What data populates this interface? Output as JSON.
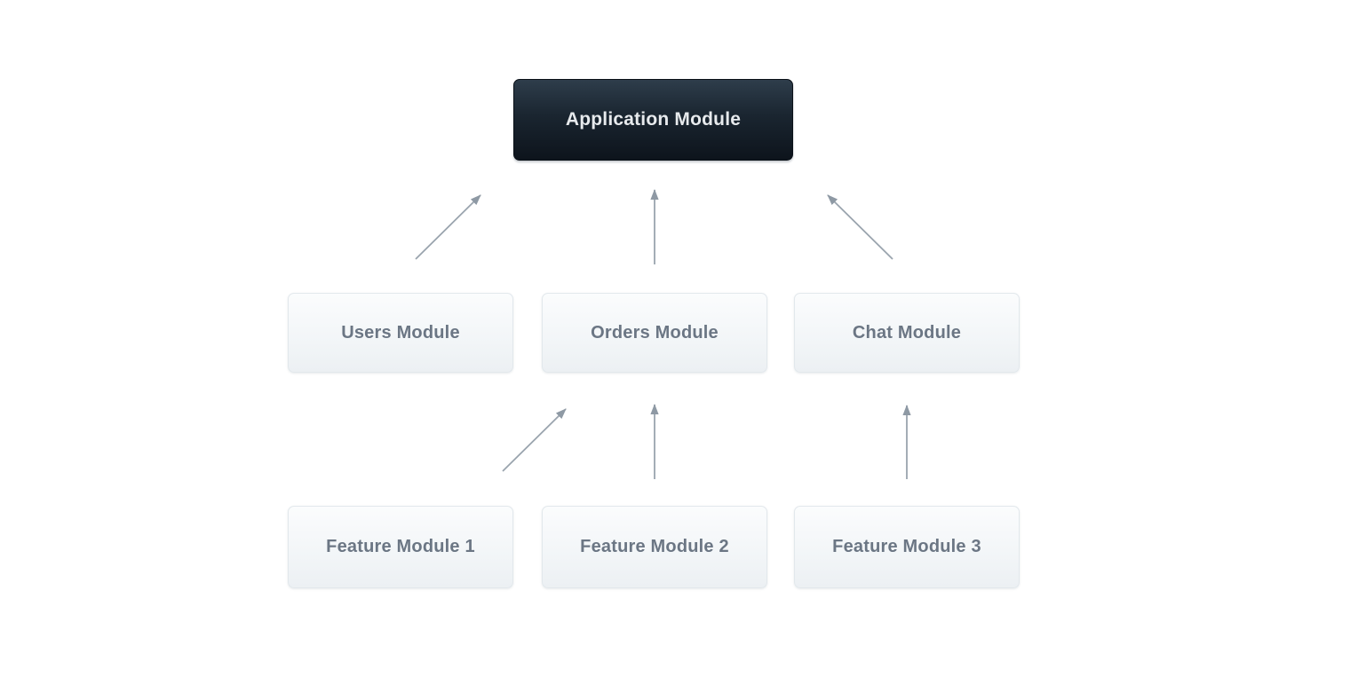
{
  "diagram": {
    "name": "module-hierarchy",
    "root": {
      "label": "Application Module"
    },
    "modules": [
      {
        "label": "Users Module"
      },
      {
        "label": "Orders Module"
      },
      {
        "label": "Chat Module"
      }
    ],
    "features": [
      {
        "label": "Feature Module 1"
      },
      {
        "label": "Feature Module 2"
      },
      {
        "label": "Feature Module 3"
      }
    ],
    "edges": [
      {
        "from": "Users Module",
        "to": "Application Module"
      },
      {
        "from": "Orders Module",
        "to": "Application Module"
      },
      {
        "from": "Chat Module",
        "to": "Application Module"
      },
      {
        "from": "Feature Module 1",
        "to": "Orders Module"
      },
      {
        "from": "Feature Module 2",
        "to": "Orders Module"
      },
      {
        "from": "Feature Module 3",
        "to": "Chat Module"
      }
    ],
    "colors": {
      "background": "#ffffff",
      "root_bg_top": "#2e3d4b",
      "root_bg_bottom": "#0d141c",
      "root_text": "#e7eaed",
      "node_bg_top": "#fbfcfd",
      "node_bg_bottom": "#ecf0f3",
      "node_border": "#e2e8ec",
      "node_text": "#6b7684",
      "arrow": "#9aa4ae"
    }
  }
}
